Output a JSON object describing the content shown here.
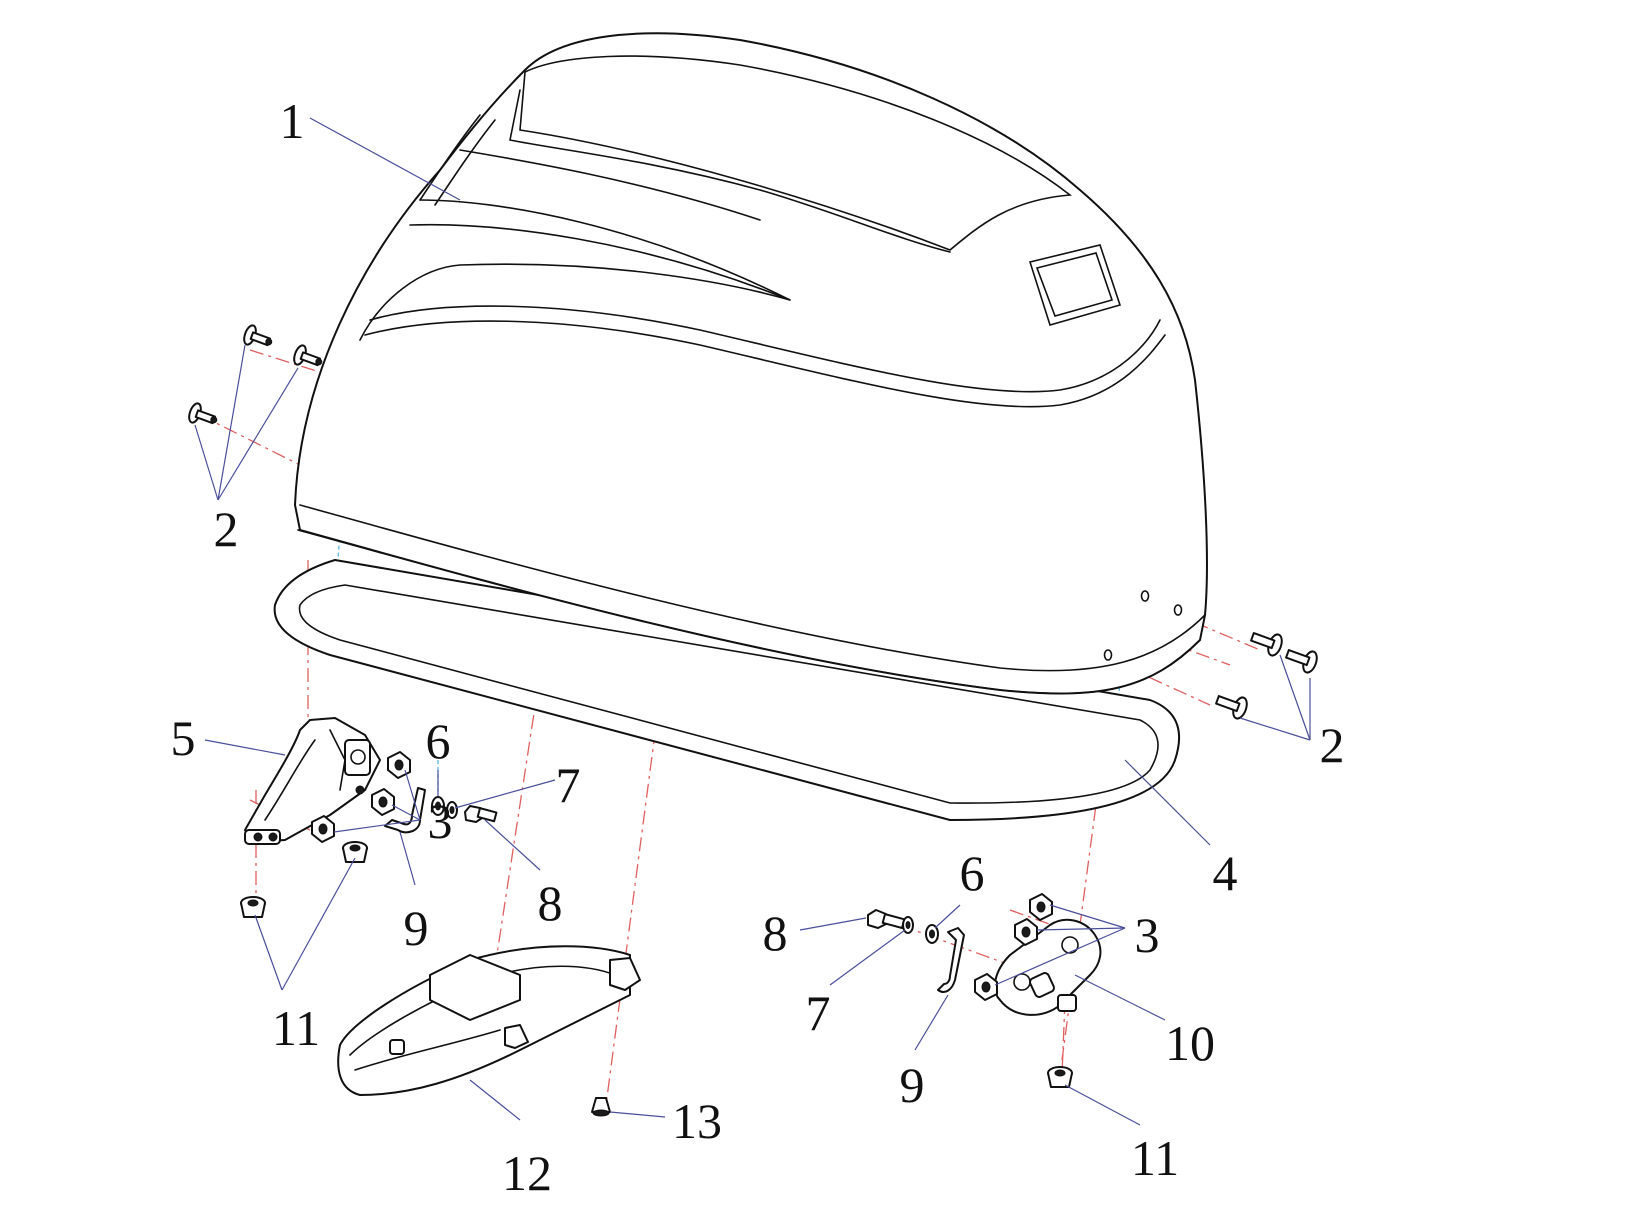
{
  "callouts": {
    "c1": "1",
    "c2a": "2",
    "c2b": "2",
    "c3a": "3",
    "c3b": "3",
    "c4": "4",
    "c5": "5",
    "c6a": "6",
    "c6b": "6",
    "c7a": "7",
    "c7b": "7",
    "c8a": "8",
    "c8b": "8",
    "c9a": "9",
    "c9b": "9",
    "c10": "10",
    "c11a": "11",
    "c11b": "11",
    "c12": "12",
    "c13": "13"
  },
  "colors": {
    "line": "#111111",
    "leader": "#4a4f9a",
    "axis_red": "#e06060",
    "axis_blue": "#5fb8e0"
  }
}
